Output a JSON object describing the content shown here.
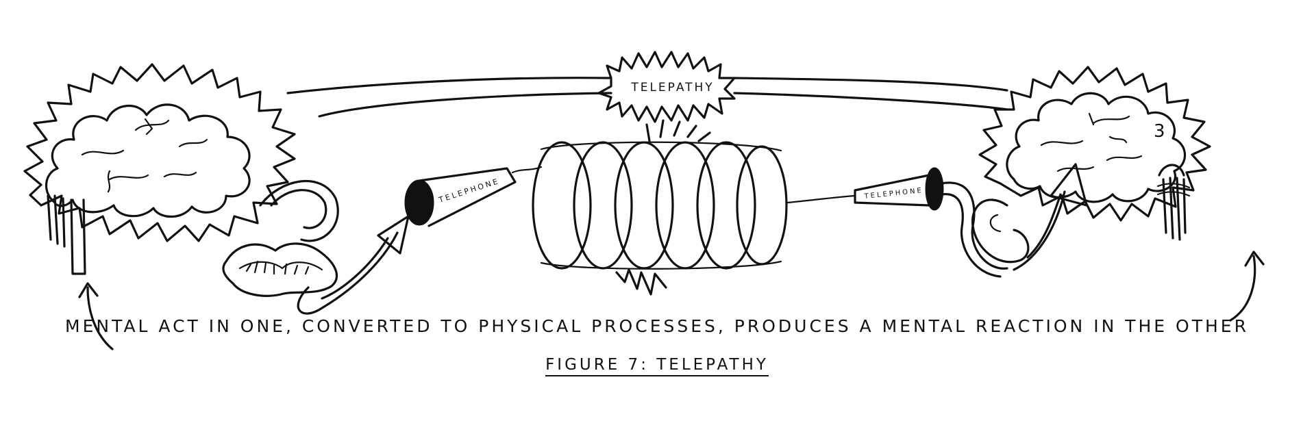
{
  "diagram": {
    "top_label": "TELEPATHY",
    "left_telephone_label": "TELEPHONE",
    "right_telephone_label": "TELEPHONE",
    "description_text": "MENTAL ACT IN ONE, CONVERTED TO PHYSICAL PROCESSES, PRODUCES A MENTAL REACTION IN THE OTHER",
    "figure_caption": "FIGURE 7: TELEPATHY",
    "right_brain_number": "3",
    "ink_color": "#111111",
    "paper_color": "#ffffff"
  }
}
